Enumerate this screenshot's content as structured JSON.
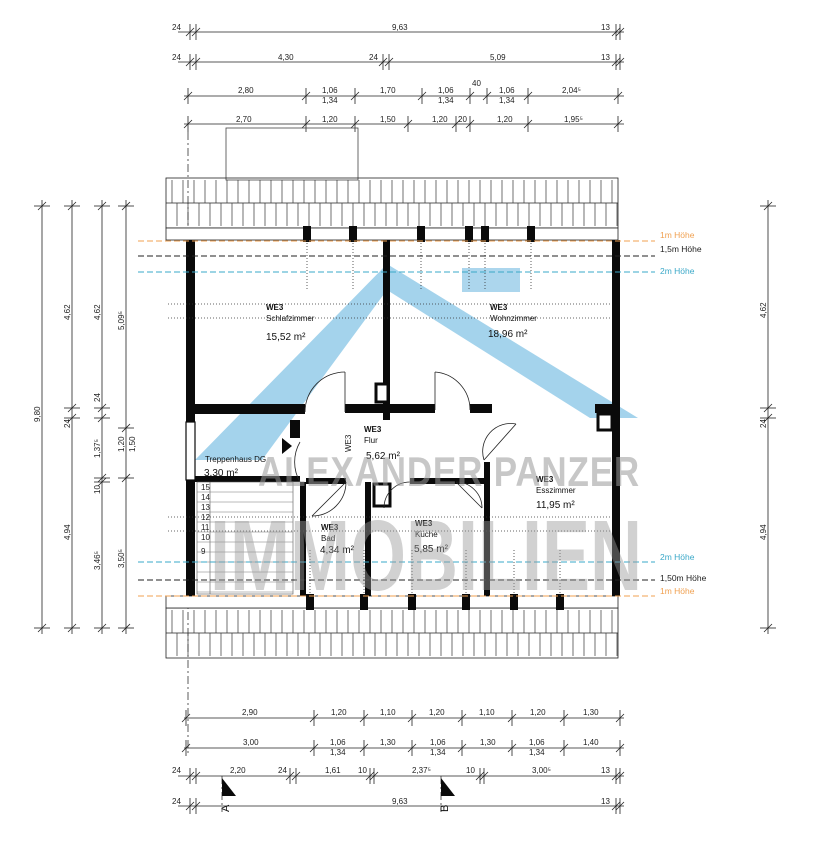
{
  "dims": {
    "top1": [
      "24",
      "9,63",
      "13"
    ],
    "top2": [
      "24",
      "4,30",
      "24",
      "5,09",
      "13"
    ],
    "top3": [
      "2,80",
      "1,06",
      "1,34",
      "1,70",
      "1,06",
      "1,34",
      "40",
      "1,06",
      "1,34",
      "2,04⁵"
    ],
    "top4": [
      "2,70",
      "1,20",
      "1,50",
      "1,20",
      "20",
      "1,20",
      "1,95⁵"
    ],
    "bot1": [
      "2,90",
      "1,20",
      "1,10",
      "1,20",
      "1,10",
      "1,20",
      "1,30"
    ],
    "bot2": [
      "3,00",
      "1,06",
      "1,34",
      "1,30",
      "1,06",
      "1,34",
      "1,30",
      "1,06",
      "1,34",
      "1,40"
    ],
    "bot3": [
      "24",
      "2,20",
      "24",
      "1,61",
      "10",
      "2,37⁵",
      "10",
      "3,00⁵",
      "13"
    ],
    "bot4": [
      "24",
      "9,63",
      "13"
    ],
    "left1": [
      "9,80"
    ],
    "left2": [
      "4,62",
      "24",
      "4,94"
    ],
    "left3": [
      "4,62",
      "24",
      "1,37⁵",
      "10",
      "3,46⁵"
    ],
    "left4": [
      "5,09⁵",
      "1,20",
      "1,50",
      "3,50⁵"
    ],
    "right1": [
      "4,62",
      "24",
      "4,94"
    ]
  },
  "heights": {
    "h1m": "1m Höhe",
    "h15m": "1,5m Höhe",
    "h2m": "2m Höhe",
    "h2m_b": "2m Höhe",
    "h150m": "1,50m Höhe",
    "h1m_b": "1m Höhe"
  },
  "section_marks": [
    "A",
    "B"
  ],
  "rooms": [
    {
      "unit": "WE3",
      "name": "Schlafzimmer",
      "area": "15,52 m²"
    },
    {
      "unit": "WE3",
      "name": "Wohnzimmer",
      "area": "18,96 m²"
    },
    {
      "unit": "WE3",
      "name": "Flur",
      "area": "5,62 m²"
    },
    {
      "unit": "",
      "name": "Treppenhaus DG",
      "area": "3,30 m²"
    },
    {
      "unit": "WE3",
      "name": "Esszimmer",
      "area": "11,95 m²"
    },
    {
      "unit": "WE3",
      "name": "Bad",
      "area": "4,34 m²"
    },
    {
      "unit": "WE3",
      "name": "Küche",
      "area": "5,85 m²"
    }
  ],
  "stair_unit": "WE3",
  "stair_steps": [
    "15",
    "14",
    "13",
    "12",
    "11",
    "10",
    "9"
  ],
  "watermark": {
    "line1": "ALEXANDER PANZER",
    "line2": "IMMOBILIEN"
  },
  "colors": {
    "orange": "#f0a050",
    "cyan": "#3aa8c8",
    "wall": "#0a0a0a",
    "watermark_blue": "#5aaedc"
  }
}
